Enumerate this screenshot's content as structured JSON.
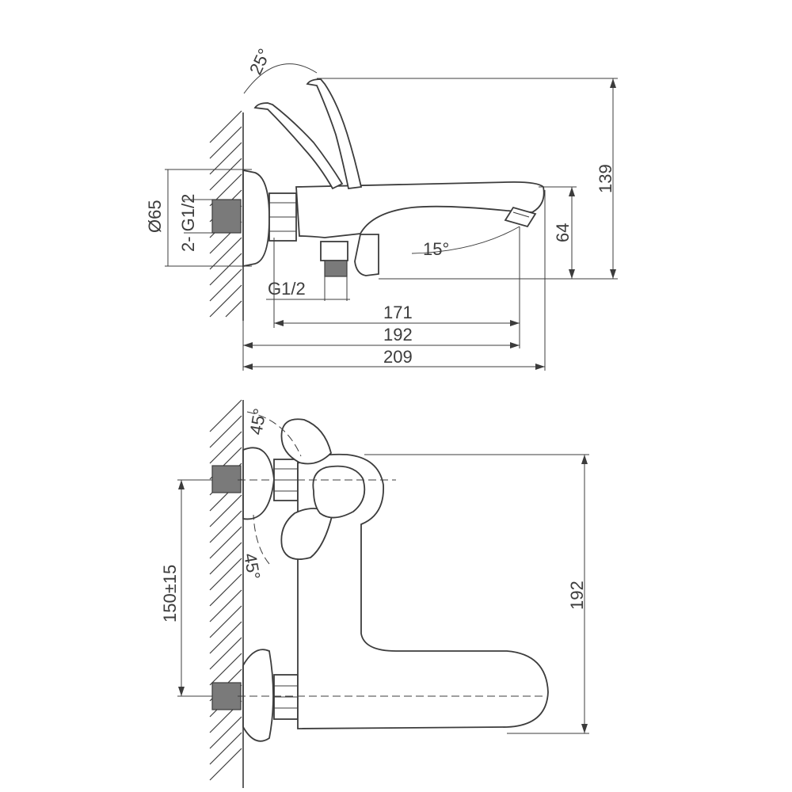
{
  "top_view": {
    "angle_handle": "25°",
    "angle_spout": "15°",
    "dia_flange": "Ø65",
    "thread_inlets": "2- G1/2",
    "thread_outlet": "G1/2",
    "dim_171": "171",
    "dim_192": "192",
    "dim_209": "209",
    "dim_139": "139",
    "dim_64": "64"
  },
  "front_view": {
    "angle_up": "45°",
    "angle_down": "45°",
    "dim_spacing": "150±15",
    "dim_192": "192"
  }
}
